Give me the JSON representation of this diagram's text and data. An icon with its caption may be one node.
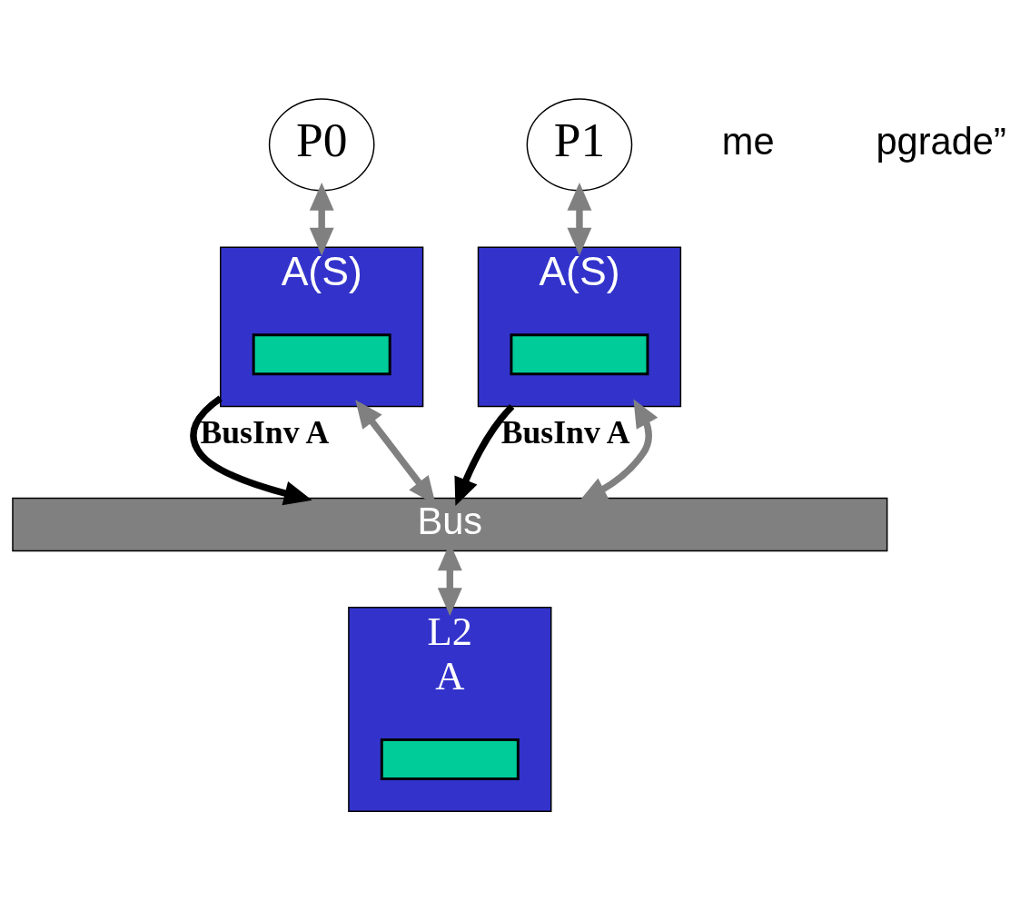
{
  "diagram": {
    "nodes": [
      {
        "text": [
          "P0"
        ]
      },
      {
        "text": [
          "P1"
        ]
      },
      {
        "text": [
          "A(S)"
        ]
      },
      {
        "text": [],
        "shape": "bar",
        "in": 2
      },
      {
        "text": [
          "A(S)"
        ]
      },
      {
        "text": [],
        "shape": "bar",
        "in": 4
      },
      {
        "text": [
          "Bus"
        ]
      },
      {
        "text": [
          "L2",
          "A"
        ]
      },
      {
        "text": [],
        "shape": "bar",
        "in": 7
      }
    ],
    "edges": [
      {
        "from": 0,
        "to": 2,
        "arrow": "both"
      },
      {
        "from": 1,
        "to": 4,
        "arrow": "both"
      },
      {
        "from": 2,
        "to": 6,
        "arrow": "to",
        "label": "BusInv A",
        "color": "#000000"
      },
      {
        "from": 2,
        "to": 6,
        "arrow": "both"
      },
      {
        "from": 4,
        "to": 6,
        "arrow": "to",
        "label": "BusInv A",
        "color": "#000000"
      },
      {
        "from": 4,
        "to": 6,
        "arrow": "both"
      },
      {
        "from": 6,
        "to": 7,
        "arrow": "both"
      }
    ],
    "labels": [
      "me",
      "pgrade”"
    ]
  }
}
